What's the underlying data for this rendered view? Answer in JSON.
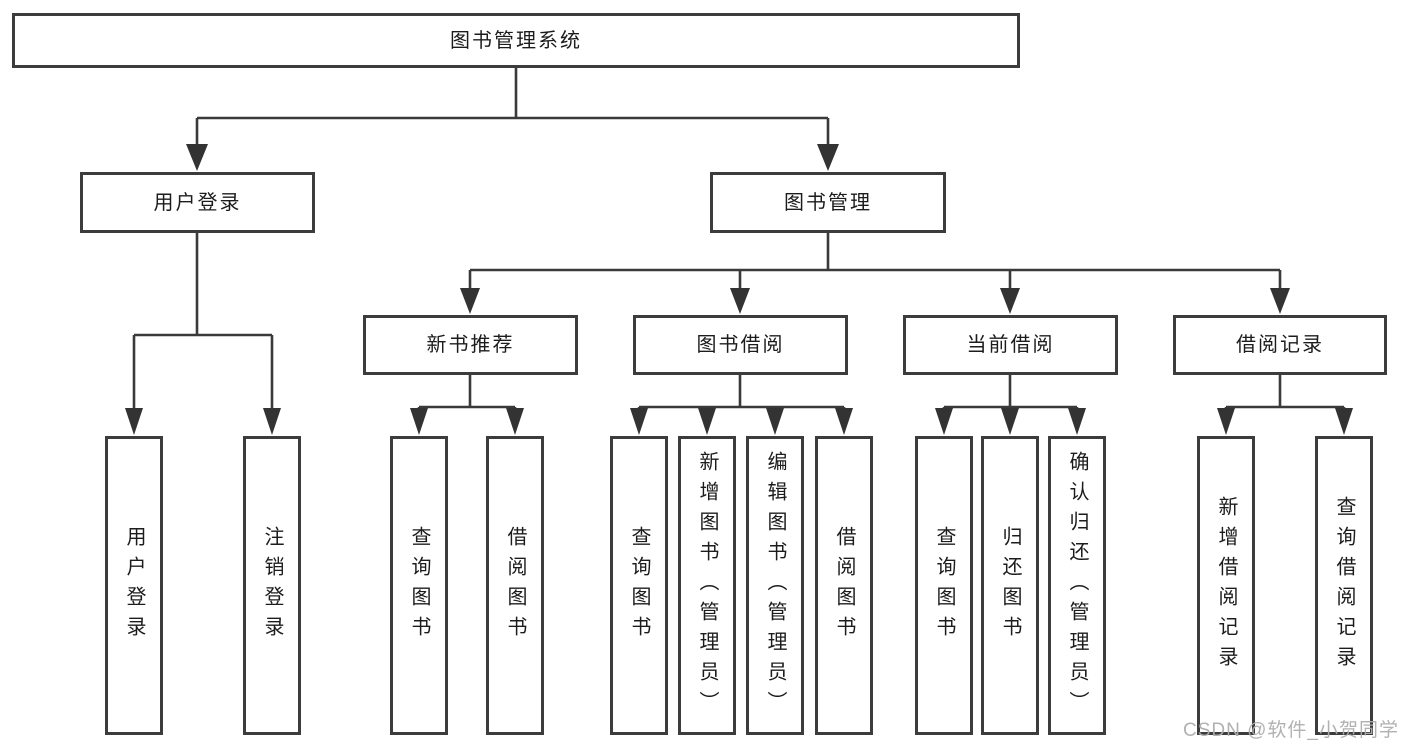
{
  "diagram": {
    "type": "hierarchy-tree",
    "root": {
      "label": "图书管理系统"
    },
    "level2": [
      {
        "label": "用户登录"
      },
      {
        "label": "图书管理"
      }
    ],
    "level3": [
      {
        "label": "新书推荐",
        "parent": "图书管理"
      },
      {
        "label": "图书借阅",
        "parent": "图书管理"
      },
      {
        "label": "当前借阅",
        "parent": "图书管理"
      },
      {
        "label": "借阅记录",
        "parent": "图书管理"
      }
    ],
    "leaves": [
      {
        "label": "用户登录",
        "parent": "用户登录"
      },
      {
        "label": "注销登录",
        "parent": "用户登录"
      },
      {
        "label": "查询图书",
        "parent": "新书推荐"
      },
      {
        "label": "借阅图书",
        "parent": "新书推荐"
      },
      {
        "label": "查询图书",
        "parent": "图书借阅"
      },
      {
        "label": "新增图书（管理员）",
        "parent": "图书借阅"
      },
      {
        "label": "编辑图书（管理员）",
        "parent": "图书借阅"
      },
      {
        "label": "借阅图书",
        "parent": "图书借阅"
      },
      {
        "label": "查询图书",
        "parent": "当前借阅"
      },
      {
        "label": "归还图书",
        "parent": "当前借阅"
      },
      {
        "label": "确认归还（管理员）",
        "parent": "当前借阅"
      },
      {
        "label": "新增借阅记录",
        "parent": "借阅记录"
      },
      {
        "label": "查询借阅记录",
        "parent": "借阅记录"
      }
    ]
  },
  "watermark": "CSDN @软件_小贺同学",
  "colors": {
    "line": "#3a3a3a",
    "box_border": "#3c3c3c",
    "text": "#1c1c1c",
    "background": "#ffffff",
    "watermark": "#adadad"
  }
}
